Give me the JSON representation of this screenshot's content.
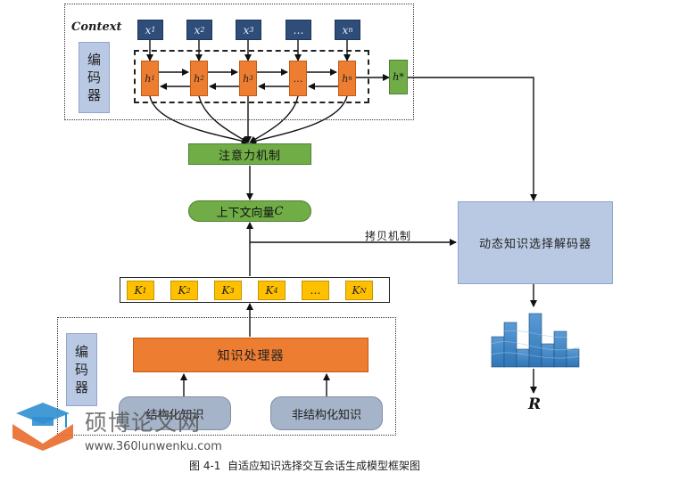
{
  "context_label": "Context",
  "encoder_label_top": [
    "编",
    "码",
    "器"
  ],
  "encoder_label_bottom": [
    "编",
    "码",
    "器"
  ],
  "inputs": [
    {
      "base": "x",
      "sub": "1"
    },
    {
      "base": "x",
      "sub": "2"
    },
    {
      "base": "x",
      "sub": "3"
    },
    {
      "base": "…",
      "sub": ""
    },
    {
      "base": "x",
      "sub": "n"
    }
  ],
  "hidden": [
    {
      "base": "h",
      "sub": "1"
    },
    {
      "base": "h",
      "sub": "2"
    },
    {
      "base": "h",
      "sub": "3"
    },
    {
      "base": "…",
      "sub": ""
    },
    {
      "base": "h",
      "sub": "n"
    }
  ],
  "h_star": "h*",
  "attention": "注意力机制",
  "context_vector_text": "上下文向量",
  "context_vector_var": "C",
  "copy_mechanism": "拷贝机制",
  "decoder": "动态知识选择解码器",
  "knowledge": [
    {
      "base": "K",
      "sub": "1"
    },
    {
      "base": "K",
      "sub": "2"
    },
    {
      "base": "K",
      "sub": "3"
    },
    {
      "base": "K",
      "sub": "4"
    },
    {
      "base": "…",
      "sub": ""
    },
    {
      "base": "K",
      "sub": "N"
    }
  ],
  "processor": "知识处理器",
  "structured": "结构化知识",
  "unstructured": "非结构化知识",
  "output": "R",
  "watermark": {
    "cn": "硕博论文网",
    "url": "www.360lunwenku.com"
  },
  "caption": "图 4-1  自适应知识选择交互会话生成模型框架图",
  "colors": {
    "encoder": "#b9c9e3",
    "hidden": "#ed7d31",
    "input": "#2f4d79",
    "green": "#70ad47",
    "knowledge": "#ffc000"
  }
}
